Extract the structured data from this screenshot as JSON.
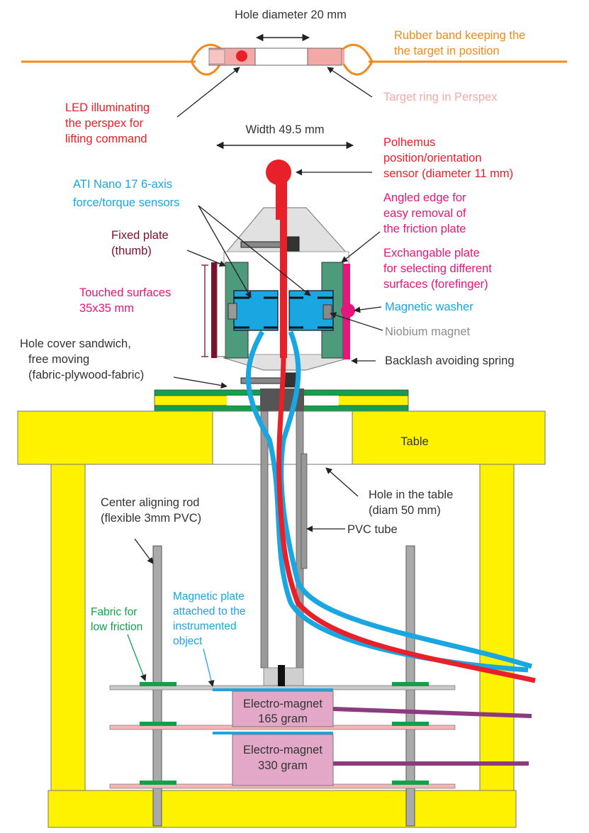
{
  "labels": {
    "hole_diameter": "Hole diameter 20 mm",
    "rubber_band_1": "Rubber band keeping the",
    "rubber_band_2": "the target in position",
    "target_ring": "Target ring in Perspex",
    "led_1": "LED illuminating",
    "led_2": "the perspex for",
    "led_3": "lifting command",
    "width": "Width 49.5 mm",
    "polhemus_1": "Polhemus",
    "polhemus_2": "position/orientation",
    "polhemus_3": "sensor (diameter 11 mm)",
    "ati_1": "ATI Nano 17 6-axis",
    "ati_2": "force/torque sensors",
    "angled_1": "Angled edge for",
    "angled_2": "easy removal of",
    "angled_3": "the friction plate",
    "fixed_1": "Fixed plate",
    "fixed_2": "(thumb)",
    "exch_1": "Exchangable plate",
    "exch_2": "for selecting different",
    "exch_3": "surfaces (forefinger)",
    "touched_1": "Touched surfaces",
    "touched_2": "35x35 mm",
    "washer": "Magnetic washer",
    "niobium": "Niobium magnet",
    "hole_cover_1": "Hole cover sandwich,",
    "hole_cover_2": "free moving",
    "hole_cover_3": "(fabric-plywood-fabric)",
    "backlash": "Backlash avoiding spring",
    "table": "Table",
    "hole_table_1": "Hole in the table",
    "hole_table_2": "(diam 50 mm)",
    "rod_1": "Center aligning rod",
    "rod_2": "(flexible 3mm PVC)",
    "pvc_tube": "PVC tube",
    "magplate_1": "Magnetic plate",
    "magplate_2": "attached to the",
    "magplate_3": "instrumented",
    "magplate_4": "object",
    "fabric_1": "Fabric for",
    "fabric_2": "low friction",
    "em1_1": "Electro-magnet",
    "em1_2": "165 gram",
    "em2_1": "Electro-magnet",
    "em2_2": "330 gram"
  },
  "colors": {
    "orange": "#f08a1c",
    "red": "#e8202a",
    "pink": "#f4a9a9",
    "blue": "#1aa6e0",
    "magenta": "#e5177a",
    "maroon": "#7a1030",
    "gray_text": "#8c8c8c",
    "dark_text": "#333333",
    "green": "#12a14a",
    "yellow": "#fff200",
    "purple": "#8c3b7f",
    "teal_plate": "#4e9a7c",
    "em_pink": "#e3a8c8"
  }
}
